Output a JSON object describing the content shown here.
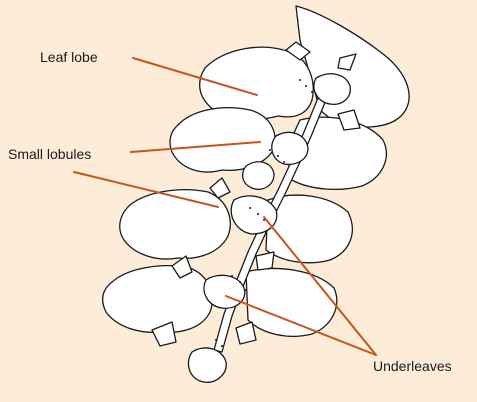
{
  "diagram": {
    "labels": {
      "leaf_lobe": "Leaf lobe",
      "small_lobules": "Small lobules",
      "underleaves": "Underleaves"
    },
    "colors": {
      "background": "#fdecd8",
      "leader_line": "#c8531e",
      "outline": "#1a1a1a",
      "fill": "#ffffff"
    }
  }
}
